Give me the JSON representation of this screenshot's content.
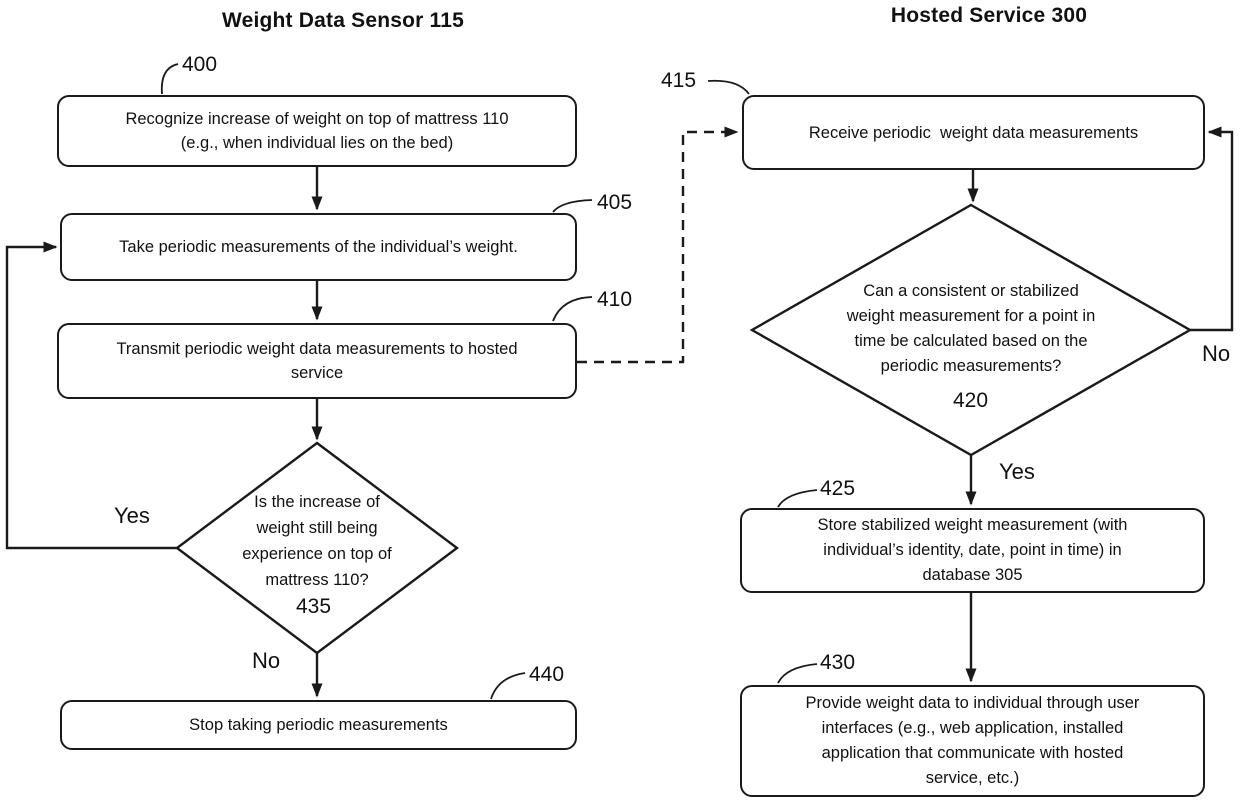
{
  "diagram": {
    "colors": {
      "ink": "#1a1a1a",
      "background": "#ffffff"
    },
    "left_column": {
      "title": "Weight Data Sensor 115",
      "nodes": {
        "recognize": {
          "ref": "400",
          "text": [
            "Recognize increase of weight on top of mattress 110",
            "(e.g., when individual lies on the bed)"
          ]
        },
        "take": {
          "ref": "405",
          "text": [
            "Take periodic measurements of the individual’s weight."
          ]
        },
        "transmit": {
          "ref": "410",
          "text": [
            "Transmit periodic weight data measurements to hosted",
            "service"
          ]
        },
        "still_decision": {
          "ref": "435",
          "text": [
            "Is the increase of",
            "weight still being",
            "experience on top of",
            "mattress 110?"
          ],
          "yes_label": "Yes",
          "no_label": "No"
        },
        "stop": {
          "ref": "440",
          "text": [
            "Stop taking periodic measurements"
          ]
        }
      }
    },
    "right_column": {
      "title": "Hosted Service 300",
      "nodes": {
        "receive": {
          "ref": "415",
          "text": [
            "Receive periodic  weight data measurements"
          ]
        },
        "calc_decision": {
          "ref": "420",
          "text": [
            "Can a consistent or stabilized",
            "weight measurement for a point in",
            "time be calculated based on the",
            "periodic measurements?"
          ],
          "yes_label": "Yes",
          "no_label": "No"
        },
        "store": {
          "ref": "425",
          "text": [
            "Store stabilized weight measurement (with",
            "individual’s identity, date, point in time) in",
            "database 305"
          ]
        },
        "provide": {
          "ref": "430",
          "text": [
            "Provide weight data to individual through user",
            "interfaces (e.g., web application, installed",
            "application that communicate with hosted",
            "service, etc.)"
          ]
        }
      }
    }
  }
}
